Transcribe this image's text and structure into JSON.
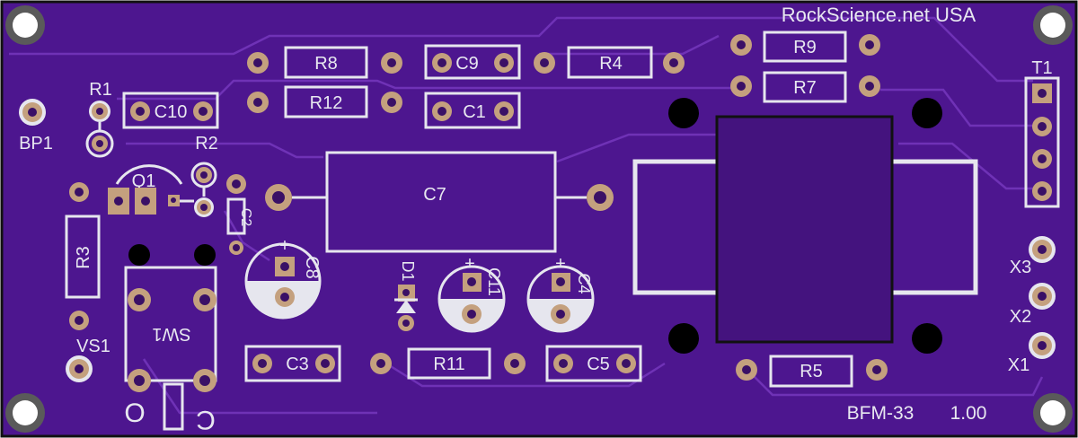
{
  "board": {
    "brand": "RockScience.net USA",
    "name": "BFM-33",
    "version": "1.00"
  },
  "colors": {
    "board": "#4d168f",
    "silkscreen": "#e6e6ee",
    "pad": "#c4a07e",
    "trace": "#6f32b6"
  },
  "components": {
    "R1": "R1",
    "R2": "R2",
    "R3": "R3",
    "R4": "R4",
    "R5": "R5",
    "R7": "R7",
    "R8": "R8",
    "R9": "R9",
    "R11": "R11",
    "R12": "R12",
    "C1": "C1",
    "C2": "C2",
    "C3": "C3",
    "C4": "C4",
    "C5": "C5",
    "C7": "C7",
    "C8": "C8",
    "C9": "C9",
    "C10": "C10",
    "C11": "C11",
    "D1": "D1",
    "Q1": "Q1",
    "SW1": "SW1",
    "T1": "T1",
    "BP1": "BP1",
    "VS1": "VS1",
    "X1": "X1",
    "X2": "X2",
    "X3": "X3"
  },
  "polarity": {
    "plus": "+"
  },
  "switch_marks": {
    "off": "O",
    "on": "C"
  }
}
